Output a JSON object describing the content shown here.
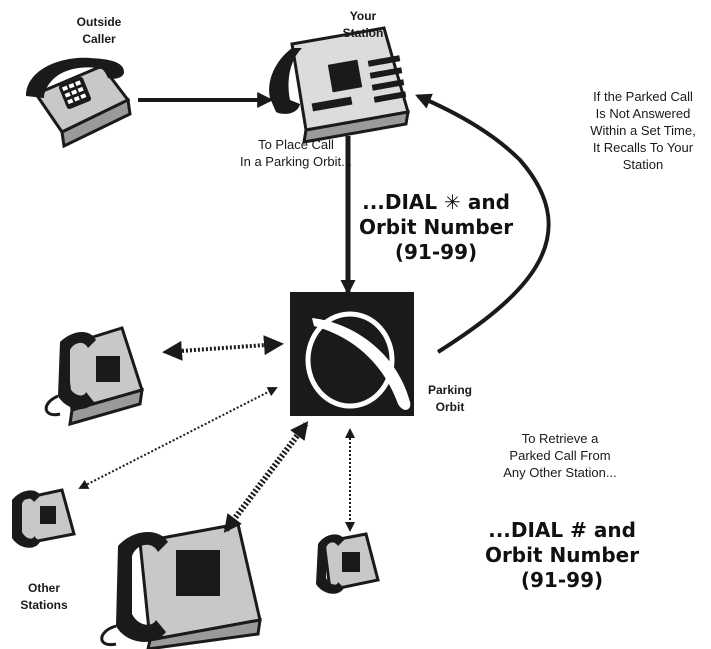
{
  "labels": {
    "outside_caller": [
      "Outside",
      "Caller"
    ],
    "your_station": [
      "Your",
      "Station"
    ],
    "place_call": [
      "To Place Call",
      "In a Parking Orbit..."
    ],
    "recall": [
      "If the Parked Call",
      "Is Not Answered",
      "Within a Set Time,",
      "It Recalls To Your",
      "Station"
    ],
    "parking_orbit": [
      "Parking",
      "Orbit"
    ],
    "retrieve": [
      "To Retrieve a",
      "Parked Call From",
      "Any Other Station..."
    ],
    "other_stations": [
      "Other",
      "Stations"
    ]
  },
  "callouts": {
    "dial_star": [
      "...DIAL ✳ and",
      "Orbit Number",
      "(91-99)"
    ],
    "dial_hash": [
      "...DIAL # and",
      "Orbit Number",
      "(91-99)"
    ]
  },
  "colors": {
    "ink": "#1a1a1a",
    "phone_fill": "#c8c8c8",
    "paper": "#ffffff"
  },
  "icons": [
    "desk-phone-icon",
    "feature-phone-icon",
    "orbit-icon"
  ]
}
